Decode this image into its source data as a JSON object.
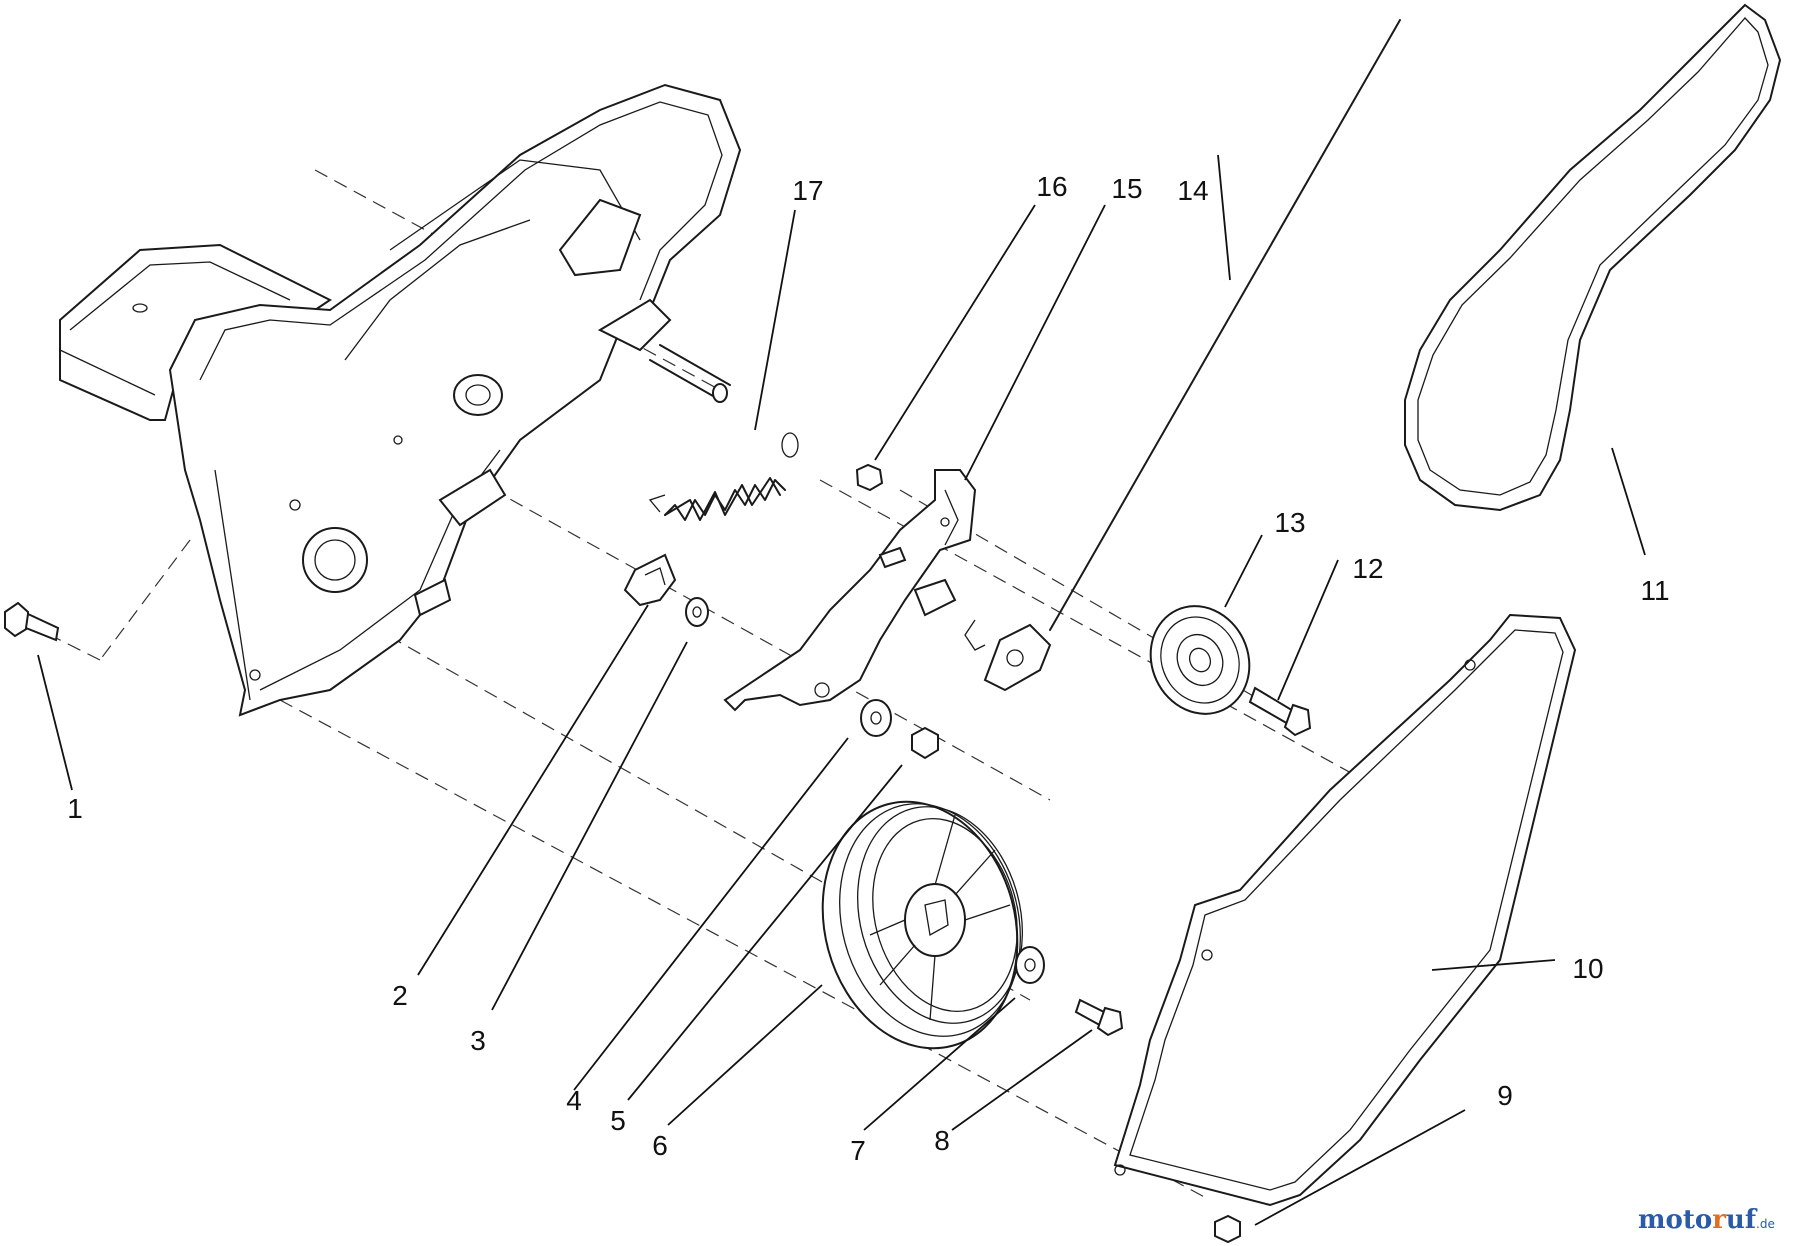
{
  "callouts": [
    {
      "id": "1",
      "label": "1"
    },
    {
      "id": "2",
      "label": "2"
    },
    {
      "id": "3",
      "label": "3"
    },
    {
      "id": "4",
      "label": "4"
    },
    {
      "id": "5",
      "label": "5"
    },
    {
      "id": "6",
      "label": "6"
    },
    {
      "id": "7",
      "label": "7"
    },
    {
      "id": "8",
      "label": "8"
    },
    {
      "id": "9",
      "label": "9"
    },
    {
      "id": "10",
      "label": "10"
    },
    {
      "id": "11",
      "label": "11"
    },
    {
      "id": "12",
      "label": "12"
    },
    {
      "id": "13",
      "label": "13"
    },
    {
      "id": "14",
      "label": "14"
    },
    {
      "id": "15",
      "label": "15"
    },
    {
      "id": "16",
      "label": "16"
    },
    {
      "id": "17",
      "label": "17"
    }
  ],
  "watermark": {
    "main": "moto",
    "accent": "r",
    "rest": "uf",
    "tld": ".de"
  },
  "colors": {
    "line": "#1a1a1a",
    "logo_blue": "#2a5aa8",
    "logo_orange": "#e07020"
  }
}
